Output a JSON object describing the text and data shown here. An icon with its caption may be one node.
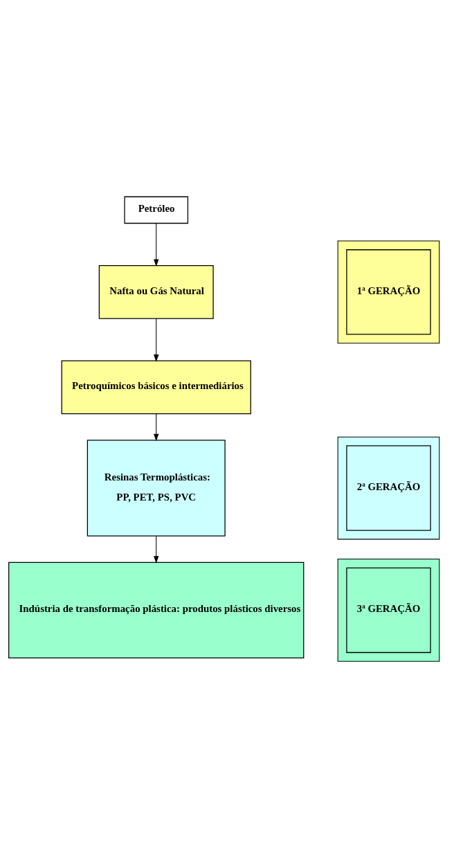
{
  "diagram": {
    "nodes": [
      {
        "text": [
          "Petróleo"
        ]
      },
      {
        "text": [
          "Nafta ou Gás Natural"
        ]
      },
      {
        "text": [
          "Petroquímicos básicos e intermediários"
        ]
      },
      {
        "text": [
          "Resinas Termoplásticas:",
          "PP, PET, PS, PVC"
        ]
      },
      {
        "text": [
          "Indústria de transformação plástica: produtos plásticos diversos"
        ]
      },
      {
        "text": [],
        "shape": "box"
      },
      {
        "text": [
          "1ª GERAÇÃO"
        ],
        "in": 5
      },
      {
        "text": [],
        "shape": "box"
      },
      {
        "text": [
          "2ª GERAÇÃO"
        ],
        "in": 7
      },
      {
        "text": [],
        "shape": "box"
      },
      {
        "text": [
          "3ª GERAÇÃO"
        ],
        "in": 9
      }
    ],
    "edges": [
      {
        "from": 0,
        "to": 1,
        "arrow": "to"
      },
      {
        "from": 1,
        "to": 2,
        "arrow": "to"
      },
      {
        "from": 2,
        "to": 3,
        "arrow": "to"
      },
      {
        "from": 3,
        "to": 4,
        "arrow": "to"
      }
    ]
  }
}
